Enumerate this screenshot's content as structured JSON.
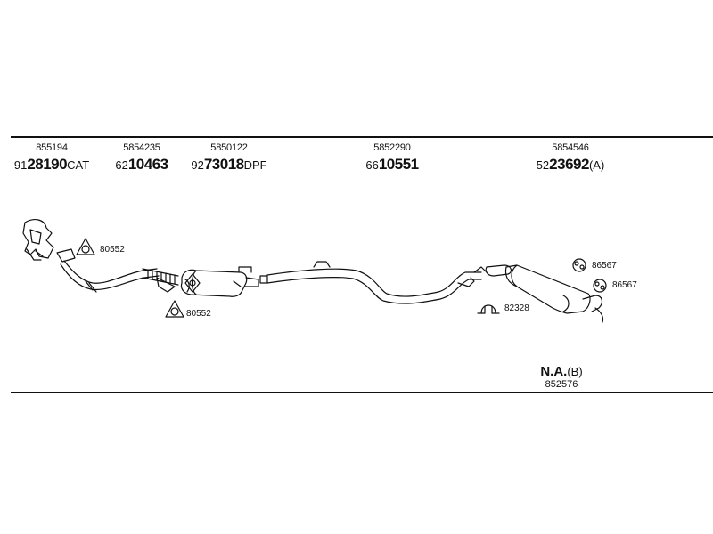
{
  "parts": [
    {
      "ref": "855194",
      "code_prefix": "91",
      "code_bold": "28190",
      "code_suffix": "CAT"
    },
    {
      "ref": "5854235",
      "code_prefix": "62",
      "code_bold": "10463",
      "code_suffix": ""
    },
    {
      "ref": "5850122",
      "code_prefix": "92",
      "code_bold": "73018",
      "code_suffix": "DPF"
    },
    {
      "ref": "5852290",
      "code_prefix": "66",
      "code_bold": "10551",
      "code_suffix": ""
    },
    {
      "ref": "5854546",
      "code_prefix": "52",
      "code_bold": "23692",
      "code_suffix": "(A)"
    }
  ],
  "callouts": {
    "gasket_upper": "80552",
    "gasket_lower": "80552",
    "clamp": "82328",
    "hanger_1": "86567",
    "hanger_2": "86567"
  },
  "note": {
    "code_bold": "N.A.",
    "code_suffix": "(B)",
    "ref": "852576"
  }
}
